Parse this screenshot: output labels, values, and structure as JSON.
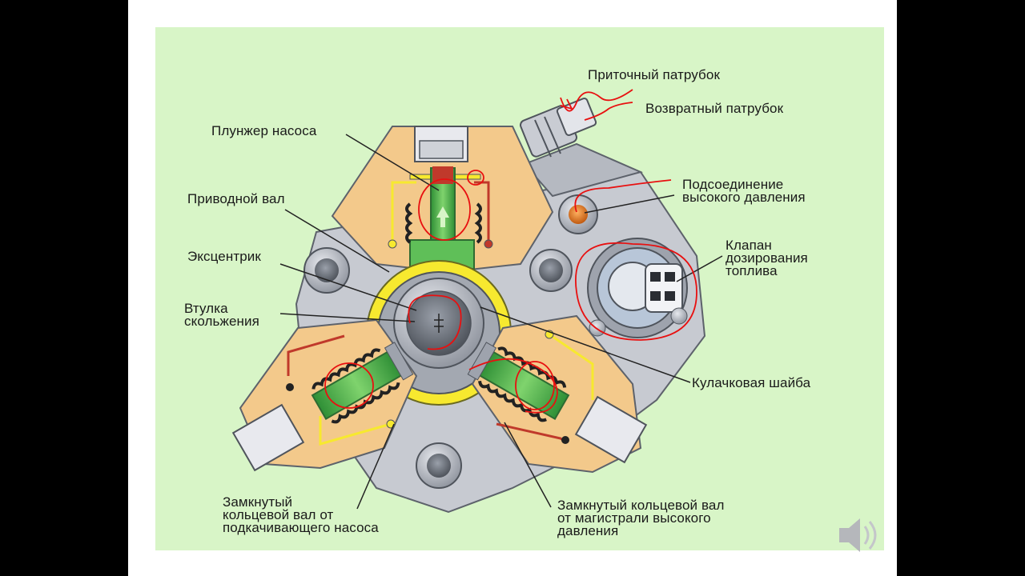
{
  "labels": {
    "inlet": "Приточный патрубок",
    "return": "Возвратный патрубок",
    "plunger": "Плунжер насоса",
    "drive_shaft": "Приводной вал",
    "eccentric": "Эксцентрик",
    "bushing": "Втулка\nскольжения",
    "hp_connection": "Подсоединение\nвысокого давления",
    "metering_valve": "Клапан\nдозирования\nтоплива",
    "cam_washer": "Кулачковая шайба",
    "ring_low": "Замкнутый\nкольцевой вал от\nподкачивающего насоса",
    "ring_high": "Замкнутый кольцевой вал\nот магистрали высокого\nдавления"
  },
  "colors": {
    "background": "#d8f5c7",
    "housing": "#f3c98b",
    "metal": "#b9bcc4",
    "plunger_green": "#4caf50",
    "fuel_red": "#c0392b",
    "cam_yellow": "#f7e92f",
    "annotation_red": "#e81010"
  },
  "icons": {
    "speaker": "speaker-icon"
  }
}
